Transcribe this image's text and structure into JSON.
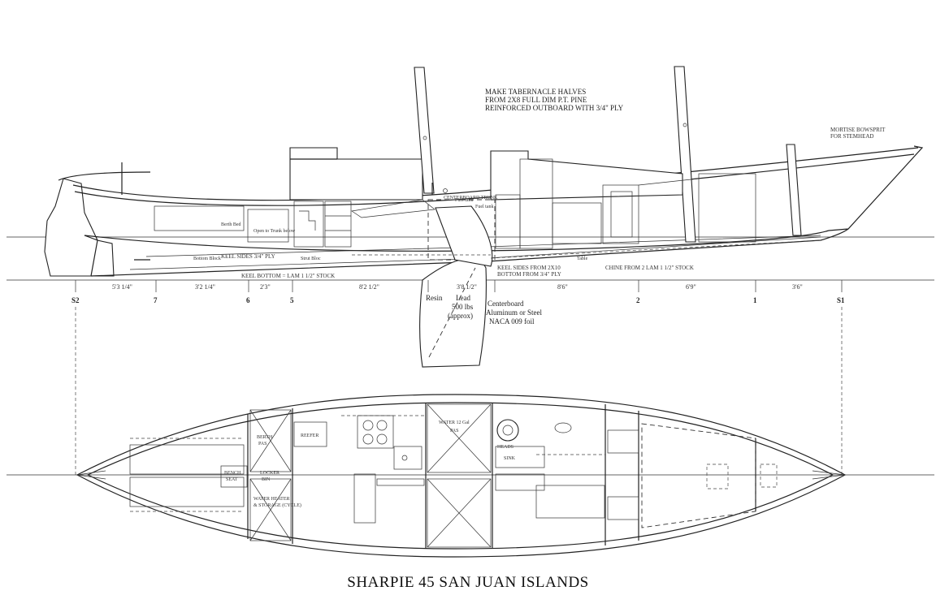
{
  "title": "SHARPIE 45 SAN JUAN ISLANDS",
  "notes": {
    "tabernacle": [
      "MAKE TABERNACLE HALVES",
      "FROM 2X8 FULL DIM P.T. PINE",
      "REINFORCED OUTBOARD WITH 3/4\" PLY"
    ],
    "bowsprit": [
      "MORTISE BOWSPRIT",
      "FOR STEMHEAD"
    ],
    "keel_sides_aft": "KEEL SIDES 3/4\" PLY",
    "keel_bottom": "KEEL BOTTOM = LAM 1 1/2\" STOCK",
    "keel_sides_fwd": [
      "KEEL SIDES FROM 2X10",
      "BOTTOM FROM 3/4\" PLY"
    ],
    "chine": "CHINE FROM 2 LAM 1 1/2\" STOCK",
    "ballast": [
      "Lead",
      "500 lbs",
      "(approx)"
    ],
    "resin": "Resin",
    "centerboard": [
      "Centerboard",
      "Aluminum or Steel",
      "NACA 009 foil"
    ]
  },
  "stations": [
    "S2",
    "7",
    "6",
    "5",
    "2",
    "1",
    "S1"
  ],
  "dimensions": [
    "5'3 1/4\"",
    "3'2 1/4\"",
    "2'3\"",
    "8'2 1/2\"",
    "3'8 1/2\"",
    "8'6\"",
    "6'9\"",
    "3'6\""
  ],
  "profile_labels": [
    "Berth Bed",
    "Open to Trunk below",
    "Bottom Block",
    "Fuel tank",
    "Strut Bloc",
    "Fuel tank",
    "CENTERBOARD TRUNK",
    "Table"
  ],
  "plan_labels": {
    "berth": [
      "BERTH",
      "PAS"
    ],
    "reefer": "REEFER",
    "water_tank": [
      "WATER 12 Gal",
      "PAS"
    ],
    "water_heater": [
      "WATER HEATER",
      "& STORAGE (CYCLE)"
    ],
    "bench": [
      "BENCH",
      "SEAT"
    ],
    "locker": [
      "LOCKER",
      "BIN"
    ],
    "head": "HEADS",
    "sink": "SINK"
  }
}
